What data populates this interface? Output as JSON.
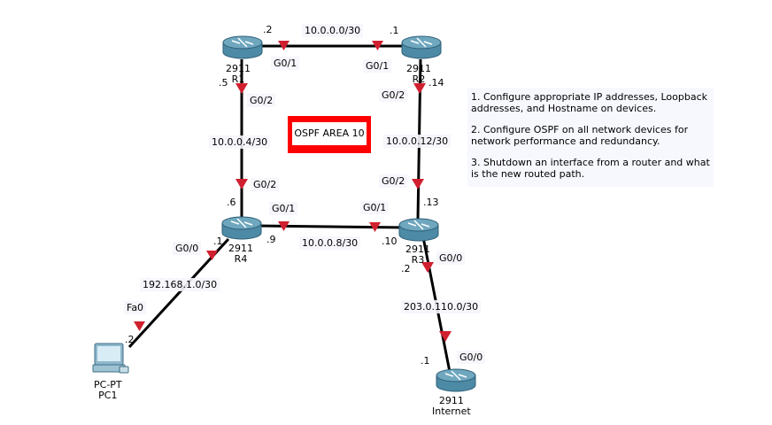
{
  "devices": {
    "r1": {
      "model": "2911",
      "name": "R1"
    },
    "r2": {
      "model": "2911",
      "name": "R2"
    },
    "r3": {
      "model": "2911",
      "name": "R3"
    },
    "r4": {
      "model": "2911",
      "name": "R4"
    },
    "internet": {
      "model": "2911",
      "name": "Internet"
    },
    "pc1": {
      "model": "PC-PT",
      "name": "PC1"
    }
  },
  "links": {
    "r1_r2": {
      "network": "10.0.0.0/30",
      "r1_if": "G0/1",
      "r1_ip": ".2",
      "r2_if": "G0/1",
      "r2_ip": ".1"
    },
    "r1_r4": {
      "network": "10.0.0.4/30",
      "r1_if": "G0/2",
      "r1_ip": ".5",
      "r4_if": "G0/2",
      "r4_ip": ".6"
    },
    "r2_r3": {
      "network": "10.0.0.12/30",
      "r2_if": "G0/2",
      "r2_ip": ".14",
      "r3_if": "G0/2",
      "r3_ip": ".13"
    },
    "r4_r3": {
      "network": "10.0.0.8/30",
      "r4_if": "G0/1",
      "r4_ip": ".9",
      "r3_if": "G0/1",
      "r3_ip": ".10"
    },
    "r4_pc1": {
      "network": "192.168.1.0/30",
      "r4_if": "G0/0",
      "r4_ip": ".1",
      "pc_if": "Fa0",
      "pc_ip": ".2"
    },
    "r3_internet": {
      "network": "203.0.110.0/30",
      "r3_if": "G0/0",
      "r3_ip": ".2",
      "inet_if": "G0/0",
      "inet_ip": ".1"
    }
  },
  "area_label": "OSPF AREA 10",
  "notes": [
    "1. Configure appropriate IP addresses, Loopback addresses, and Hostname on devices.",
    "2. Configure OSPF on all network devices for network performance and redundancy.",
    "3. Shutdown an interface from a router and what is the new routed path."
  ],
  "colors": {
    "link": "#000000",
    "port_marker": "#d0202f",
    "area_bg": "#ff0000",
    "router_body": "#6fa7bf"
  }
}
